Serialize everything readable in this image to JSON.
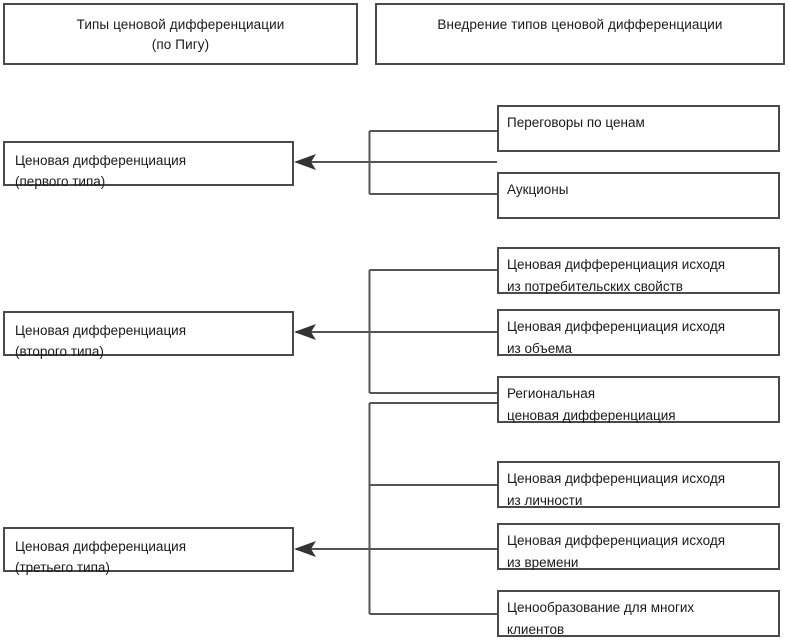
{
  "diagram": {
    "title_columns": [
      {
        "id": "types-header",
        "lines": [
          "Типы ценовой дифференциации",
          "(по Пигу)"
        ]
      },
      {
        "id": "implementation-header",
        "lines": [
          "Внедрение типов ценовой дифференциации"
        ]
      }
    ],
    "types": [
      {
        "id": "first-type",
        "lines": [
          "Ценовая дифференциация",
          "(первого типа)"
        ]
      },
      {
        "id": "second-type",
        "lines": [
          "Ценовая дифференциация",
          "(второго типа)"
        ]
      },
      {
        "id": "third-type",
        "lines": [
          "Ценовая дифференциация",
          "(третьего типа)"
        ]
      }
    ],
    "implementations": [
      {
        "id": "price-negotiations",
        "group": "first-type",
        "lines": [
          "Переговоры по ценам"
        ]
      },
      {
        "id": "auctions",
        "group": "first-type",
        "lines": [
          "Аукционы"
        ]
      },
      {
        "id": "consumer-properties",
        "group": "second-type",
        "lines": [
          "Ценовая дифференциация исходя",
          "из потребительских свойств"
        ]
      },
      {
        "id": "volume",
        "group": "second-type",
        "lines": [
          "Ценовая дифференциация исходя",
          "из объема"
        ]
      },
      {
        "id": "regional",
        "group": "second-type",
        "lines": [
          "Региональная",
          "ценовая дифференциация"
        ]
      },
      {
        "id": "personality",
        "group": "third-type",
        "lines": [
          "Ценовая дифференциация исходя",
          "из личности"
        ]
      },
      {
        "id": "time",
        "group": "third-type",
        "lines": [
          "Ценовая дифференциация исходя",
          "из времени"
        ]
      },
      {
        "id": "many-clients",
        "group": "third-type",
        "lines": [
          "Ценообразование для многих",
          "клиентов"
        ]
      }
    ],
    "colors": {
      "box_border": "#4a4a4a",
      "connector": "#555555",
      "arrow": "#333333",
      "background": "#ffffff",
      "text": "#1a1a1a"
    }
  }
}
